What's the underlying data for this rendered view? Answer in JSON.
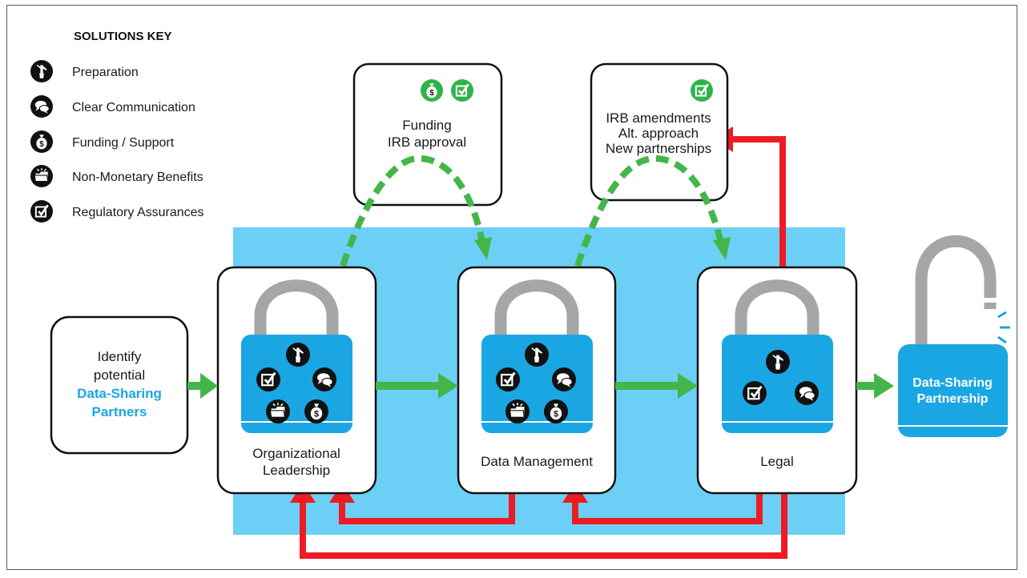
{
  "key": {
    "title": "SOLUTIONS KEY",
    "items": [
      {
        "label": "Preparation",
        "icon": "swiss-knife-icon"
      },
      {
        "label": "Clear Communication",
        "icon": "speech-bubbles-icon"
      },
      {
        "label": "Funding / Support",
        "icon": "money-bag-icon"
      },
      {
        "label": "Non-Monetary Benefits",
        "icon": "folder-icon"
      },
      {
        "label": "Regulatory Assurances",
        "icon": "checkbox-icon"
      }
    ]
  },
  "start": {
    "line1": "Identify",
    "line2": "potential",
    "line3": "Data-Sharing",
    "line4": "Partners"
  },
  "stages": [
    {
      "line1": "Organizational",
      "line2": "Leadership"
    },
    {
      "line1": "Data Management"
    },
    {
      "line1": "Legal"
    }
  ],
  "solution_boxes": [
    {
      "line1": "Funding",
      "line2": "IRB approval"
    },
    {
      "line1": "IRB amendments",
      "line2": "Alt. approach",
      "line3": "New partnerships"
    }
  ],
  "end": {
    "line1": "Data-Sharing",
    "line2": "Partnership"
  },
  "colors": {
    "panel_blue": "#6ccff6",
    "lock_blue": "#1aa6e3",
    "shackle_gray": "#a6a6a6",
    "green": "#44b649",
    "red": "#ed1c24",
    "icon_black": "#111111"
  }
}
